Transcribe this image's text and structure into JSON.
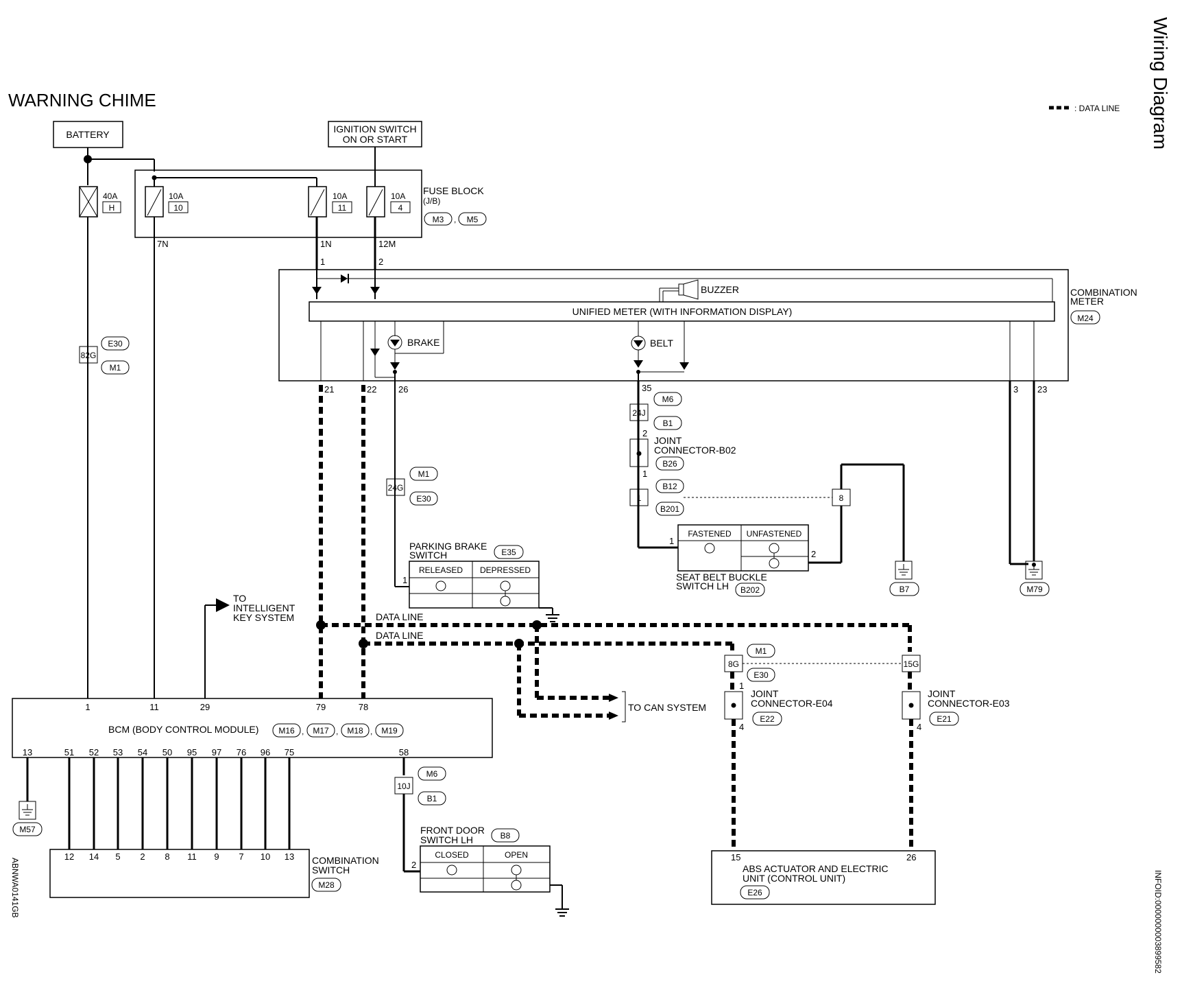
{
  "title": "WARNING CHIME",
  "side_title": "Wiring Diagram",
  "legend": {
    "label": ": DATA LINE"
  },
  "side_code_left": "ABNWA0141GB",
  "side_code_right": "INFOID:0000000003899582",
  "power": {
    "battery": "BATTERY",
    "ignition_line1": "IGNITION SWITCH",
    "ignition_line2": "ON OR START"
  },
  "fuse_block": {
    "name_line1": "FUSE BLOCK",
    "name_line2": "(J/B)",
    "connectors": [
      "M3",
      "M5"
    ],
    "separator": ",",
    "fuses": [
      {
        "amp": "10A",
        "num": "10",
        "terminal": "7N"
      },
      {
        "amp": "10A",
        "num": "11",
        "terminal": "1N"
      },
      {
        "amp": "10A",
        "num": "4",
        "terminal": "12M"
      }
    ]
  },
  "main_fuse": {
    "amp": "40A",
    "num": "H"
  },
  "combination_meter": {
    "name_line1": "COMBINATION",
    "name_line2": "METER",
    "connector": "M24",
    "unified_meter": "UNIFIED METER (WITH INFORMATION DISPLAY)",
    "buzzer": "BUZZER",
    "brake": "BRAKE",
    "belt": "BELT",
    "pins_in": [
      "1",
      "2"
    ],
    "pins_out": [
      "21",
      "22",
      "26",
      "35",
      "3",
      "23"
    ]
  },
  "connectors": {
    "c82g": "82G",
    "e30": "E30",
    "m1": "M1",
    "c24g": "24G",
    "c24j": "24J",
    "m6": "M6",
    "b1": "B1",
    "c10j": "10J",
    "c8g": "8G",
    "c15g": "15G",
    "b12": "B12",
    "b201": "B201",
    "b201_pin": "1",
    "b12_pin": "8"
  },
  "joint_b02": {
    "name_line1": "JOINT",
    "name_line2": "CONNECTOR-B02",
    "connector": "B26",
    "pin_top": "2",
    "pin_bottom": "1"
  },
  "joint_e04": {
    "name_line1": "JOINT",
    "name_line2": "CONNECTOR-E04",
    "connector": "E22",
    "pin_top": "1",
    "pin_bottom": "4"
  },
  "joint_e03": {
    "name_line1": "JOINT",
    "name_line2": "CONNECTOR-E03",
    "connector": "E21",
    "pin_bottom": "4"
  },
  "parking_brake": {
    "name_line1": "PARKING BRAKE",
    "name_line2": "SWITCH",
    "connector": "E35",
    "col1": "RELEASED",
    "col2": "DEPRESSED",
    "pin": "1"
  },
  "seat_belt": {
    "name_line1": "SEAT BELT BUCKLE",
    "name_line2": "SWITCH LH",
    "connector": "B202",
    "col1": "FASTENED",
    "col2": "UNFASTENED",
    "pin_left": "1",
    "pin_right": "2"
  },
  "front_door": {
    "name_line1": "FRONT DOOR",
    "name_line2": "SWITCH LH",
    "connector": "B8",
    "col1": "CLOSED",
    "col2": "OPEN",
    "pin": "2"
  },
  "grounds": {
    "b7": "B7",
    "m79": "M79",
    "m57": "M57"
  },
  "intelligent_key": {
    "line1": "TO",
    "line2": "INTELLIGENT",
    "line3": "KEY SYSTEM"
  },
  "data_line_label": "DATA LINE",
  "can_system": "TO CAN SYSTEM",
  "bcm": {
    "name": "BCM (BODY CONTROL MODULE)",
    "connectors": [
      "M16",
      "M17",
      "M18",
      "M19"
    ],
    "separator": ",",
    "top_pins": [
      "1",
      "11",
      "29",
      "79",
      "78"
    ],
    "bottom_pins": [
      "13",
      "51",
      "52",
      "53",
      "54",
      "50",
      "95",
      "97",
      "76",
      "96",
      "75",
      "58"
    ]
  },
  "combination_switch": {
    "name_line1": "COMBINATION",
    "name_line2": "SWITCH",
    "connector": "M28",
    "pins": [
      "12",
      "14",
      "5",
      "2",
      "8",
      "11",
      "9",
      "7",
      "10",
      "13"
    ]
  },
  "abs": {
    "name_line1": "ABS ACTUATOR AND ELECTRIC",
    "name_line2": "UNIT (CONTROL UNIT)",
    "connector": "E26",
    "pins": [
      "15",
      "26"
    ]
  }
}
